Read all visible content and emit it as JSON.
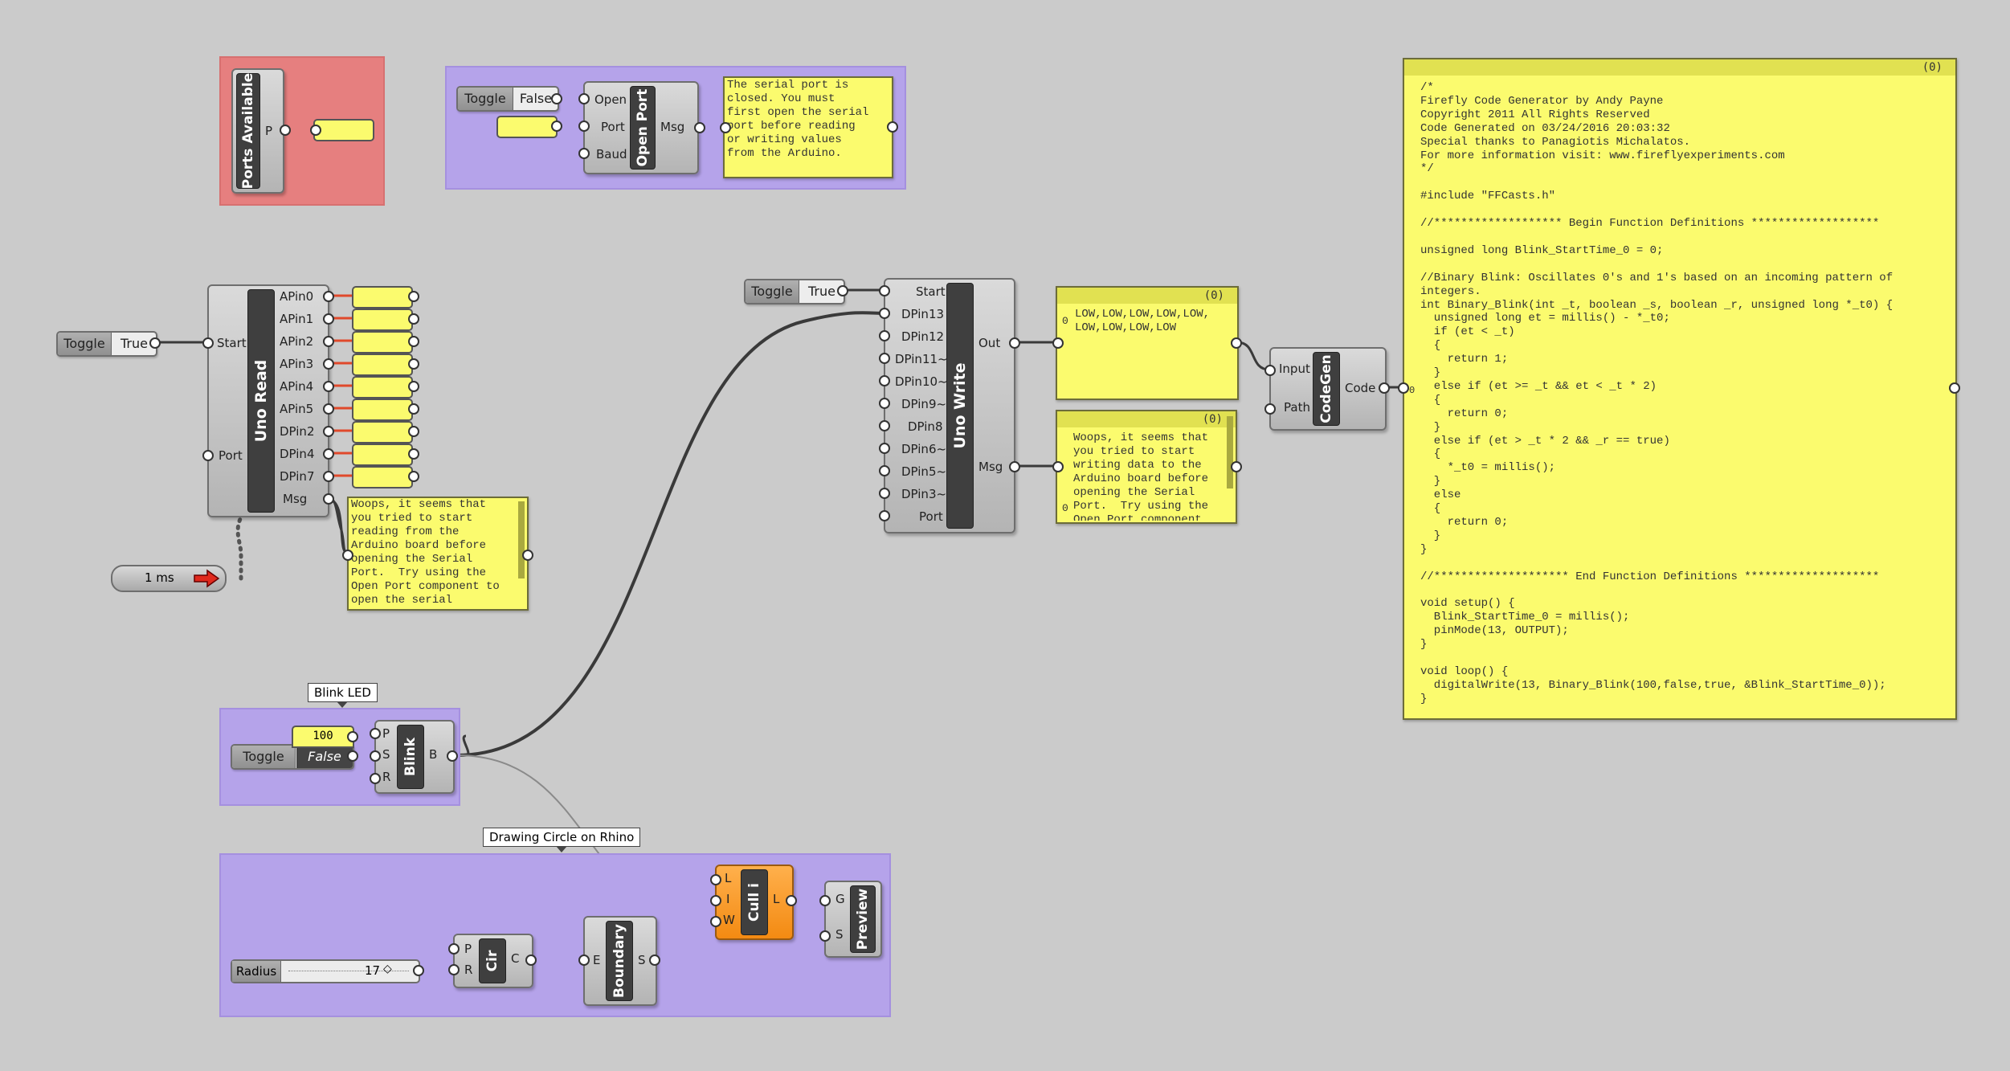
{
  "components": {
    "ports_available": {
      "nick": "Ports Available",
      "out": "P"
    },
    "uno_read": {
      "nick": "Uno Read",
      "inputs": [
        "Start",
        "Port"
      ],
      "outputs": [
        "APin0",
        "APin1",
        "APin2",
        "APin3",
        "APin4",
        "APin5",
        "DPin2",
        "DPin4",
        "DPin7",
        "Msg"
      ]
    },
    "open_port": {
      "nick": "Open Port",
      "inputs": [
        "Open",
        "Port",
        "Baud"
      ],
      "out": "Msg"
    },
    "uno_write": {
      "nick": "Uno Write",
      "inputs": [
        "Start",
        "DPin13",
        "DPin12",
        "DPin11~",
        "DPin10~",
        "DPin9~",
        "DPin8",
        "DPin6~",
        "DPin5~",
        "DPin3~",
        "Port"
      ],
      "outputs": [
        "Out",
        "Msg"
      ]
    },
    "codegen": {
      "nick": "CodeGen",
      "inputs": [
        "Input",
        "Path"
      ],
      "out": "Code"
    },
    "blink": {
      "nick": "Blink",
      "inputs": [
        "P",
        "S",
        "R"
      ],
      "out": "B"
    },
    "cir": {
      "nick": "Cir",
      "inputs": [
        "P",
        "R"
      ],
      "out": "C"
    },
    "boundary": {
      "nick": "Boundary",
      "in": "E",
      "out": "S"
    },
    "cull": {
      "nick": "Cull i",
      "inputs": [
        "L",
        "I",
        "W"
      ],
      "out": "L"
    },
    "preview": {
      "nick": "Preview",
      "inputs": [
        "G",
        "S"
      ]
    }
  },
  "toggles": {
    "open": {
      "label": "Toggle",
      "value": "False"
    },
    "read_start": {
      "label": "Toggle",
      "value": "True"
    },
    "write_start": {
      "label": "Toggle",
      "value": "True"
    },
    "blink": {
      "label": "Toggle",
      "value": "False"
    }
  },
  "timer": {
    "label": "1 ms"
  },
  "blink_value": "100",
  "slider": {
    "label": "Radius",
    "value": "17"
  },
  "groups": {
    "blink": "Blink LED",
    "circle": "Drawing Circle on Rhino"
  },
  "panels": {
    "serial_closed": "The serial port is\nclosed. You must\nfirst open the serial\nport before reading\nor writing values\nfrom the Arduino.",
    "read_msg": "Woops, it seems that\nyou tried to start\nreading from the\nArduino board before\nopening the Serial\nPort.  Try using the\nOpen Port component to\nopen the serial",
    "out": {
      "title": "(0)",
      "index": "0",
      "text": "LOW,LOW,LOW,LOW,LOW,\nLOW,LOW,LOW,LOW"
    },
    "write_msg": {
      "title": "(0)",
      "index": "0",
      "text": "Woops, it seems that\nyou tried to start\nwriting data to the\nArduino board before\nopening the Serial\nPort.  Try using the\nOpen Port component"
    },
    "code": {
      "title": "(0)",
      "index": "0",
      "text": "/*\nFirefly Code Generator by Andy Payne\nCopyright 2011 All Rights Reserved\nCode Generated on 03/24/2016 20:03:32\nSpecial thanks to Panagiotis Michalatos.\nFor more information visit: www.fireflyexperiments.com\n*/\n\n#include \"FFCasts.h\"\n\n//******************* Begin Function Definitions *******************\n\nunsigned long Blink_StartTime_0 = 0;\n\n//Binary Blink: Oscillates 0's and 1's based on an incoming pattern of\nintegers.\nint Binary_Blink(int _t, boolean _s, boolean _r, unsigned long *_t0) {\n  unsigned long et = millis() - *_t0;\n  if (et < _t)\n  {\n    return 1;\n  }\n  else if (et >= _t && et < _t * 2)\n  {\n    return 0;\n  }\n  else if (et > _t * 2 && _r == true)\n  {\n    *_t0 = millis();\n  }\n  else\n  {\n    return 0;\n  }\n}\n\n//******************** End Function Definitions ********************\n\nvoid setup() {\n  Blink_StartTime_0 = millis();\n  pinMode(13, OUTPUT);\n}\n\nvoid loop() {\n  digitalWrite(13, Binary_Blink(100,false,true, &Blink_StartTime_0));\n}"
    }
  }
}
